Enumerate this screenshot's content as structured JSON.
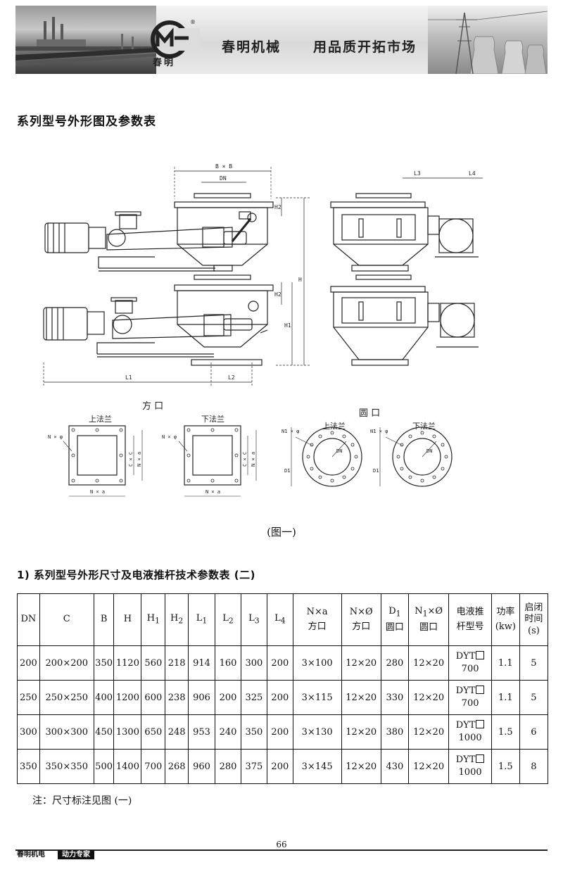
{
  "header": {
    "logo_name": "春明",
    "slogan_company": "春明机械",
    "slogan_tagline": "用品质开拓市场"
  },
  "section_title": "系列型号外形图及参数表",
  "drawing": {
    "dims": {
      "bxb": "B × B",
      "dn": "DN",
      "h2": "H2",
      "h1": "H1",
      "h": "H",
      "l1": "L1",
      "l2": "L2",
      "l3": "L3",
      "l4": "L4"
    },
    "square_title": "方 口",
    "round_title": "圆 口",
    "upper_flange": "上法兰",
    "lower_flange": "下法兰",
    "n_phi": "N × φ",
    "n1_phi": "N1 × φ",
    "cxc": "C × C",
    "nxa": "N × a",
    "d1": "D1",
    "dn_label": "DN"
  },
  "figure_caption": "(图一)",
  "table": {
    "title": "1)  系列型号外形尺寸及电液推杆技术参数表 (二)",
    "headers": {
      "dn": "DN",
      "c": "C",
      "b": "B",
      "h": "H",
      "h1": "H",
      "h1_sub": "1",
      "h2": "H",
      "h2_sub": "2",
      "l1": "L",
      "l1_sub": "1",
      "l2": "L",
      "l2_sub": "2",
      "l3": "L",
      "l3_sub": "3",
      "l4": "L",
      "l4_sub": "4",
      "nxa_top": "N×a",
      "nxa_bottom": "方口",
      "nxo_top": "N×Ø",
      "nxo_bottom": "方口",
      "d1_top": "D",
      "d1_sub": "1",
      "d1_bottom": "圆口",
      "n1xo_top_a": "N",
      "n1xo_sub": "1",
      "n1xo_top_b": "×Ø",
      "n1xo_bottom": "圆口",
      "pusher_top": "电液推",
      "pusher_bottom": "杆型号",
      "power_top": "功率",
      "power_bottom": "(kw)",
      "time_top": "启闭",
      "time_mid": "时间",
      "time_bottom": "(s)"
    },
    "rows": [
      {
        "dn": "200",
        "c": "200×200",
        "b": "350",
        "h": "1120",
        "h1": "560",
        "h2": "218",
        "l1": "914",
        "l2": "160",
        "l3": "300",
        "l4": "200",
        "nxa": "3×100",
        "nxo": "12×20",
        "d1": "280",
        "n1xo": "12×20",
        "model_a": "DYT",
        "model_b": "700",
        "power": "1.1",
        "time": "5"
      },
      {
        "dn": "250",
        "c": "250×250",
        "b": "400",
        "h": "1200",
        "h1": "600",
        "h2": "238",
        "l1": "906",
        "l2": "200",
        "l3": "325",
        "l4": "200",
        "nxa": "3×115",
        "nxo": "12×20",
        "d1": "330",
        "n1xo": "12×20",
        "model_a": "DYT",
        "model_b": "700",
        "power": "1.1",
        "time": "5"
      },
      {
        "dn": "300",
        "c": "300×300",
        "b": "450",
        "h": "1300",
        "h1": "650",
        "h2": "248",
        "l1": "953",
        "l2": "240",
        "l3": "350",
        "l4": "200",
        "nxa": "3×130",
        "nxo": "12×20",
        "d1": "380",
        "n1xo": "12×20",
        "model_a": "DYT",
        "model_b": "1000",
        "power": "1.5",
        "time": "6"
      },
      {
        "dn": "350",
        "c": "350×350",
        "b": "500",
        "h": "1400",
        "h1": "700",
        "h2": "268",
        "l1": "960",
        "l2": "280",
        "l3": "375",
        "l4": "200",
        "nxa": "3×145",
        "nxo": "12×20",
        "d1": "430",
        "n1xo": "12×20",
        "model_a": "DYT",
        "model_b": "1000",
        "power": "1.5",
        "time": "8"
      }
    ]
  },
  "note": "注：尺寸标注见图 (一)",
  "footer": {
    "brand": "春明机电",
    "tag": "动力专家",
    "page": "66"
  }
}
